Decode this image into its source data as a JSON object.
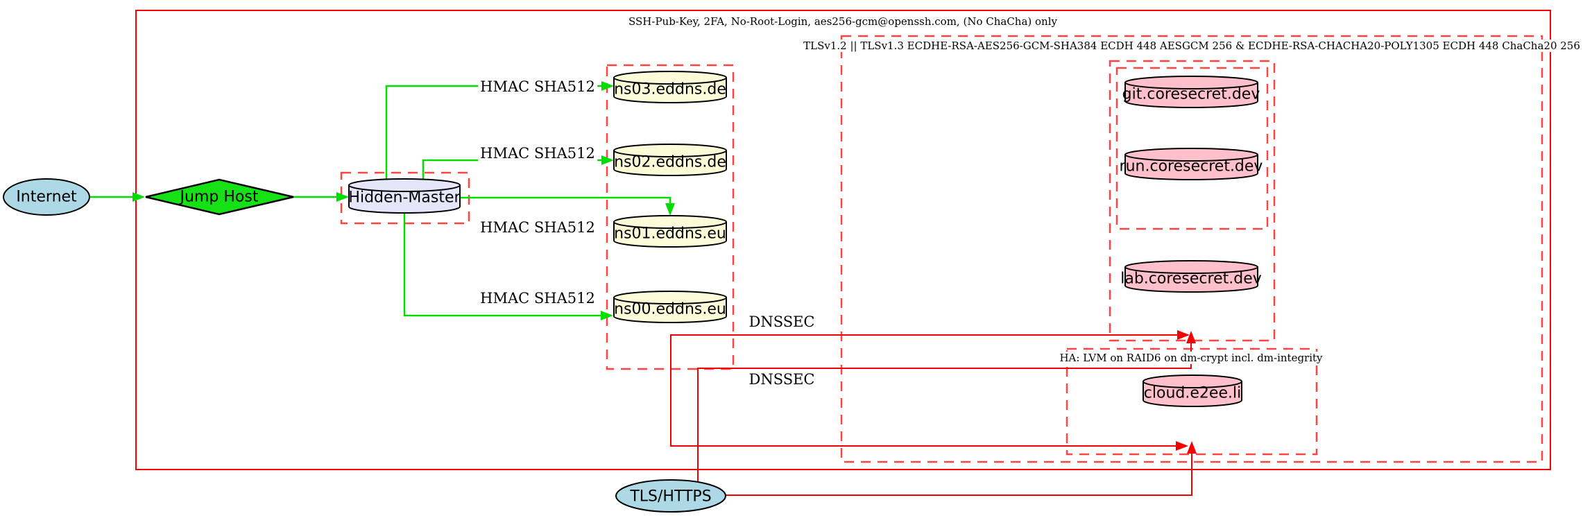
{
  "diagram": {
    "titles": {
      "ssh_boundary": "SSH-Pub-Key, 2FA, No-Root-Login, aes256-gcm@openssh.com, (No ChaCha) only",
      "tls_cluster": "TLSv1.2 || TLSv1.3 ECDHE-RSA-AES256-GCM-SHA384 ECDH 448 AESGCM 256 & ECDHE-RSA-CHACHA20-POLY1305 ECDH 448 ChaCha20 256",
      "ha_cluster": "HA: LVM on RAID6 on dm-crypt incl. dm-integrity"
    },
    "nodes": {
      "internet": "Internet",
      "jump_host": "Jump Host",
      "hidden_master": "Hidden-Master",
      "ns03": "ns03.eddns.de",
      "ns02": "ns02.eddns.de",
      "ns01": "ns01.eddns.eu",
      "ns00": "ns00.eddns.eu",
      "git": "git.coresecret.dev",
      "run": "run.coresecret.dev",
      "lab": "lab.coresecret.dev",
      "cloud": "cloud.e2ee.li",
      "tls_https": "TLS/HTTPS"
    },
    "edge_labels": {
      "hmac_ns03": "HMAC SHA512",
      "hmac_ns02": "HMAC SHA512",
      "hmac_ns01": "HMAC SHA512",
      "hmac_ns00": "HMAC SHA512",
      "dnssec_web": "DNSSEC",
      "dnssec_ha": "DNSSEC"
    },
    "colors": {
      "boundary_red": "#ff0000",
      "cluster_dash_red": "#ff4444",
      "edge_green": "#00dd00",
      "edge_red": "#f40000",
      "node_lightblue": "#add8e6",
      "node_green": "#16e016",
      "node_lavender": "#e6e6fa",
      "node_lightyellow": "#fcfcd9",
      "node_pink": "#ffc0cb",
      "node_stroke": "#000000"
    }
  }
}
